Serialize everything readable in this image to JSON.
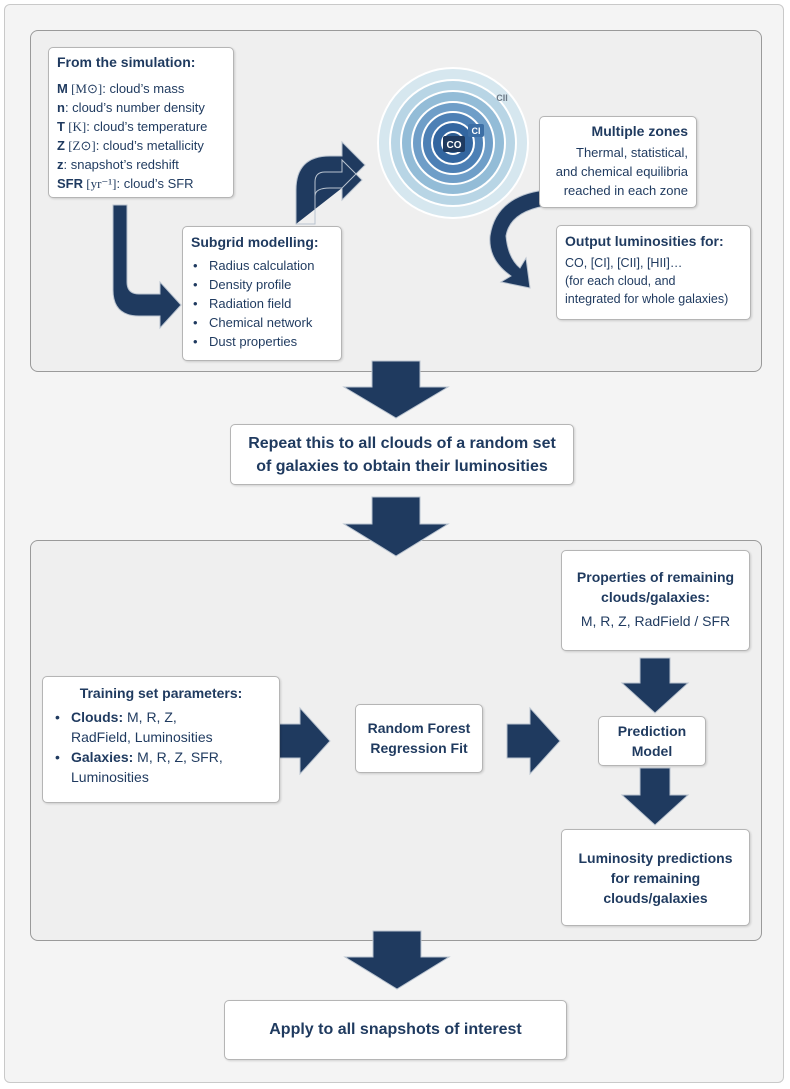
{
  "sim": {
    "title": "From the simulation:",
    "rows": [
      {
        "sym": "M",
        "unit": " [M⊙]",
        "desc": ": cloud’s mass"
      },
      {
        "sym": "n",
        "unit": "",
        "desc": ": cloud’s number density"
      },
      {
        "sym": "T",
        "unit": " [K]",
        "desc": ": cloud’s temperature"
      },
      {
        "sym": "Z",
        "unit": " [Z⊙]",
        "desc": ": cloud’s metallicity"
      },
      {
        "sym": "z",
        "unit": "",
        "desc": ": snapshot’s redshift"
      },
      {
        "sym": "SFR",
        "unit": " [yr⁻¹]",
        "desc": ": cloud’s SFR"
      }
    ]
  },
  "subgrid": {
    "title": "Subgrid modelling:",
    "items": [
      "Radius calculation",
      "Density profile",
      "Radiation field",
      "Chemical network",
      "Dust properties"
    ]
  },
  "zones": {
    "labels": {
      "co": "CO",
      "ci": "CI",
      "cii": "CII"
    },
    "title": "Multiple zones",
    "lines": [
      "Thermal, statistical,",
      "and chemical equilibria",
      "reached in each zone"
    ]
  },
  "output": {
    "title": "Output luminosities for:",
    "lines": [
      "CO, [CI], [CII], [HII]…",
      "(for each cloud, and",
      "integrated for whole galaxies)"
    ]
  },
  "repeat": {
    "lines": [
      "Repeat this to all clouds of a random set",
      "of galaxies to obtain their luminosities"
    ]
  },
  "training": {
    "title": "Training set parameters:",
    "items": [
      {
        "bold": "Clouds:",
        "rest": " M, R, Z,",
        "cont": "RadField, Luminosities"
      },
      {
        "bold": "Galaxies:",
        "rest": " M, R, Z, SFR,",
        "cont": "Luminosities"
      }
    ]
  },
  "forest": {
    "lines": [
      "Random Forest",
      "Regression Fit"
    ]
  },
  "remaining": {
    "title_lines": [
      "Properties of remaining",
      "clouds/galaxies:"
    ],
    "text": "M, R, Z, RadField / SFR"
  },
  "model": {
    "lines": [
      "Prediction",
      "Model"
    ]
  },
  "predictions": {
    "lines": [
      "Luminosity predictions",
      "for remaining",
      "clouds/galaxies"
    ]
  },
  "apply": {
    "label": "Apply to all snapshots of interest"
  },
  "colors": {
    "arrow": "#1f3a5f",
    "text": "#1f3a5f",
    "ring_outer": "#d3e5ee",
    "ring_inner": "#2c5d92"
  }
}
